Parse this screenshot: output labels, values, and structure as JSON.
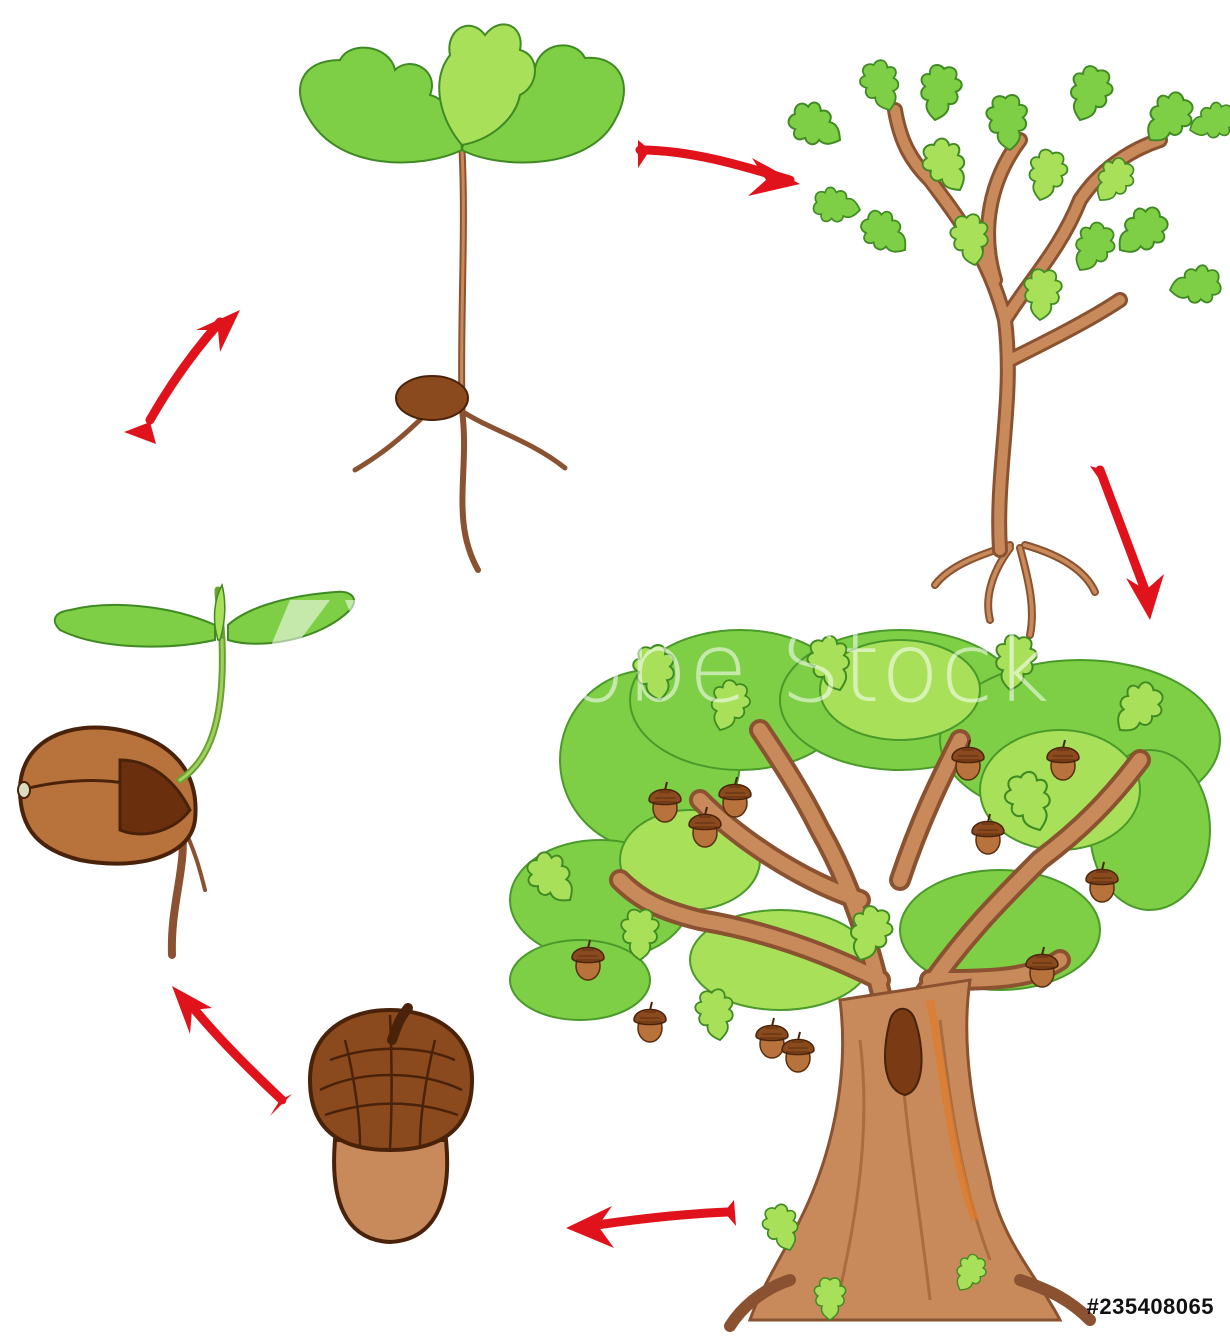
{
  "diagram": {
    "stages": [
      {
        "name": "acorn"
      },
      {
        "name": "germinating-acorn"
      },
      {
        "name": "seedling"
      },
      {
        "name": "sapling"
      },
      {
        "name": "mature-oak-tree"
      }
    ],
    "arrow_color": "#e0131c",
    "palette": {
      "leaf_light": "#a8e05a",
      "leaf_mid": "#7ecf45",
      "leaf_dark": "#4a9a2a",
      "bark": "#c88a5a",
      "bark_dark": "#8a5230",
      "acorn": "#b8723c",
      "acorn_cap": "#8a4a1e"
    }
  },
  "watermark": {
    "logo_text": "Adobe Stock"
  },
  "stock_id": "#235408065"
}
